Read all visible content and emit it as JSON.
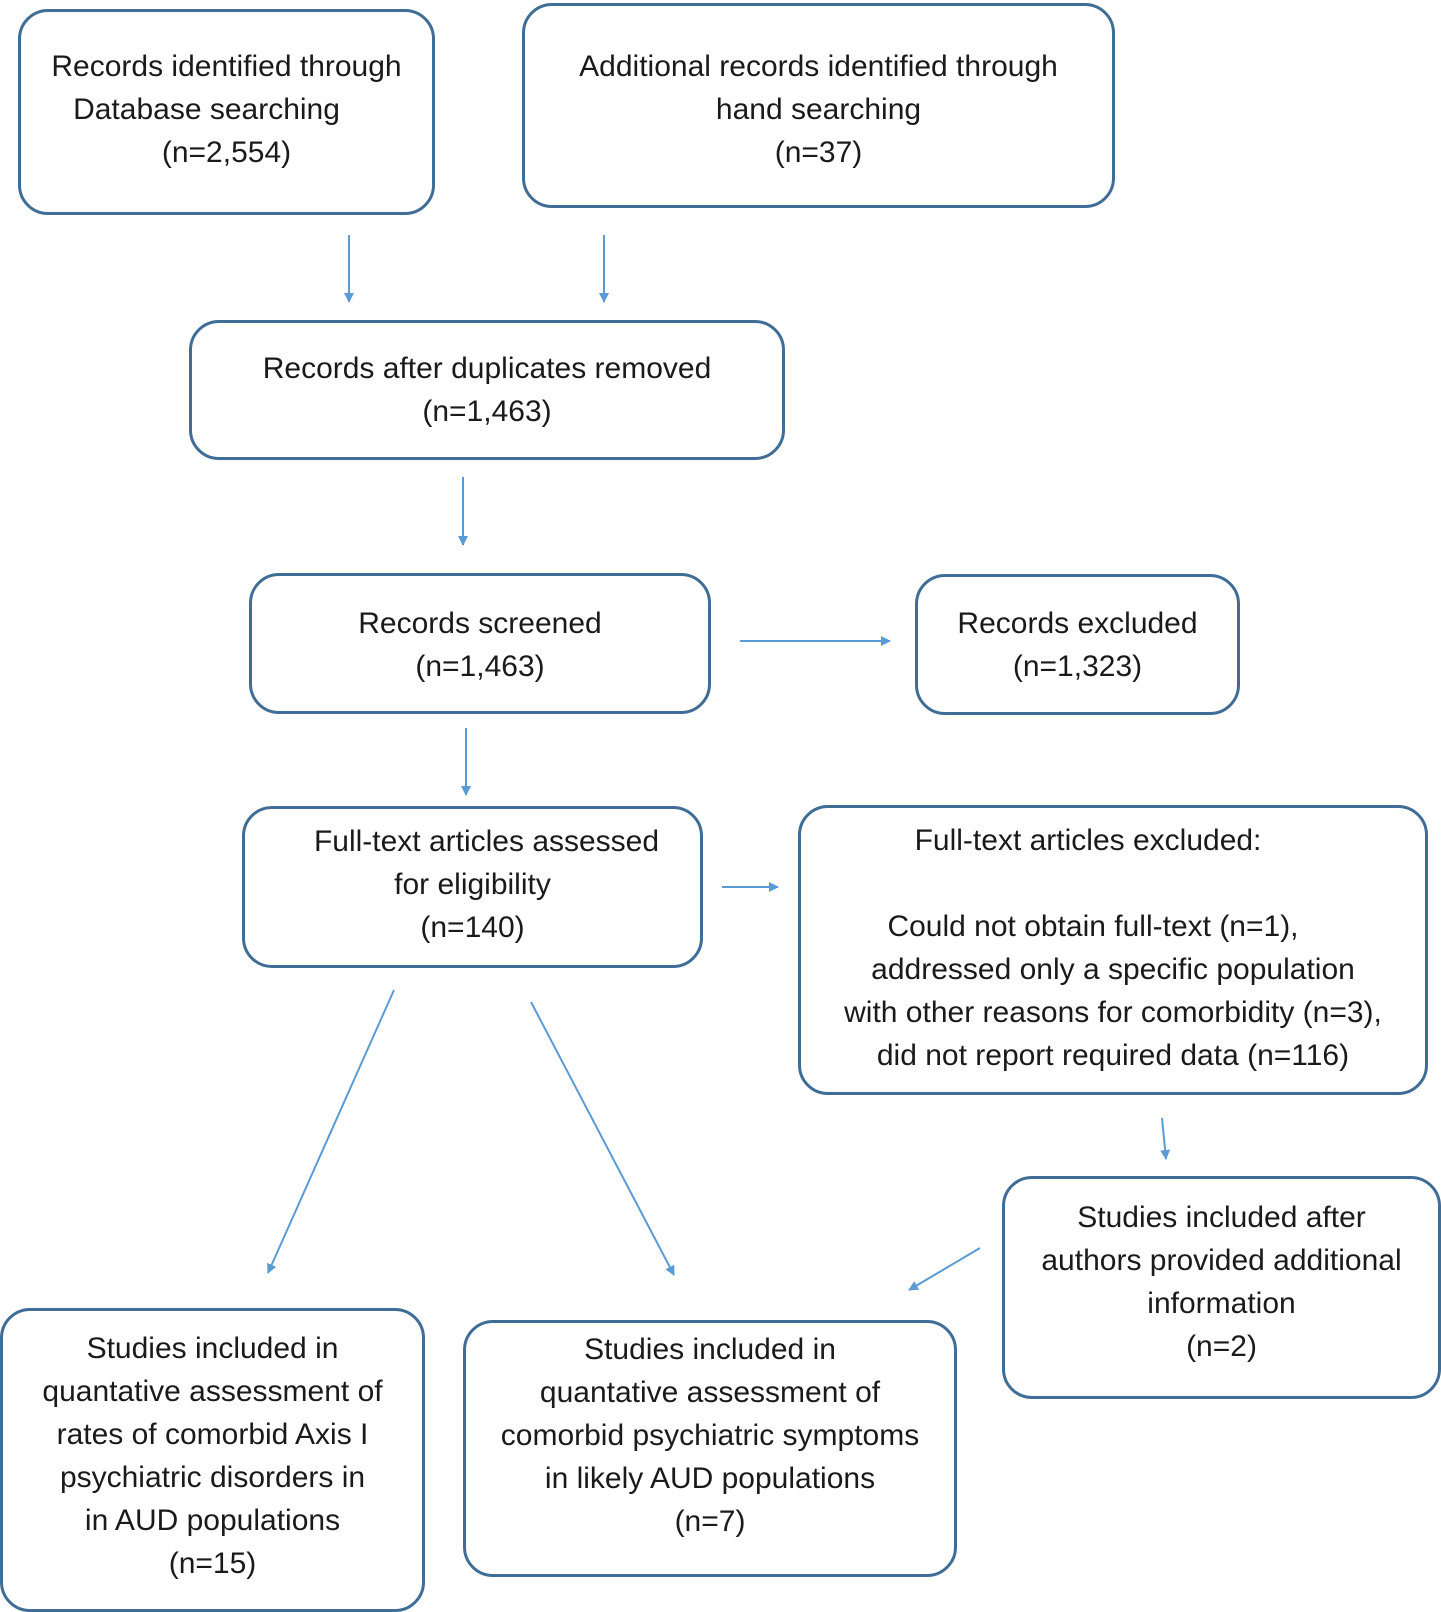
{
  "boxes": {
    "db_search": {
      "lines": [
        "Records identified through",
        "Database searching",
        "(n=2,554)"
      ]
    },
    "hand_search": {
      "lines": [
        "Additional records identified through",
        "hand searching",
        "(n=37)"
      ]
    },
    "dedup": {
      "lines": [
        "Records after duplicates removed",
        "(n=1,463)"
      ]
    },
    "screened": {
      "lines": [
        "Records screened",
        "(n=1,463)"
      ]
    },
    "excluded": {
      "lines": [
        "Records excluded",
        "(n=1,323)"
      ]
    },
    "fulltext": {
      "lines": [
        "Full-text articles assessed",
        "for eligibility",
        "(n=140)"
      ]
    },
    "fulltext_excluded": {
      "heading": "Full-text articles excluded:",
      "lines": [
        "Could not obtain full-text (n=1),",
        "addressed only a specific population",
        "with other reasons for comorbidity (n=3),",
        "did not report required data (n=116)"
      ]
    },
    "authors_info": {
      "lines": [
        "Studies included after",
        "authors provided additional",
        "information",
        "(n=2)"
      ]
    },
    "axis_disorders": {
      "lines": [
        "Studies included in",
        "quantative assessment of",
        "rates of comorbid Axis I",
        "psychiatric disorders in",
        "in AUD populations",
        "(n=15)"
      ]
    },
    "symptoms": {
      "lines": [
        "Studies included in",
        "quantative assessment of",
        "comorbid psychiatric symptoms",
        "in likely AUD populations",
        "(n=7)"
      ]
    }
  },
  "colors": {
    "border": "#3f6d96",
    "arrow": "#5b9bd5"
  }
}
